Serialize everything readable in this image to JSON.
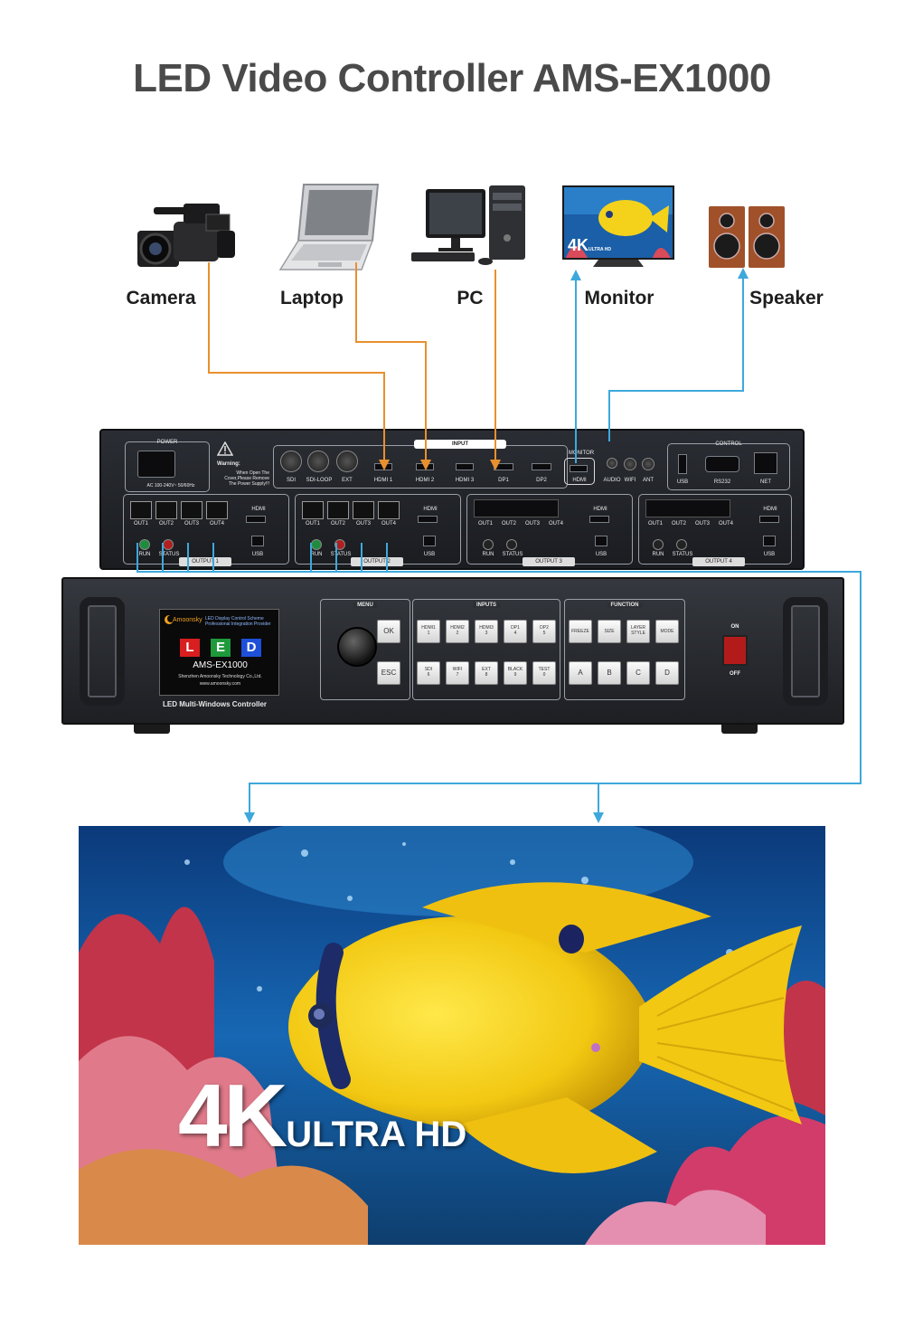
{
  "title": "LED Video Controller AMS-EX1000",
  "colors": {
    "input_wire": "#e8902e",
    "output_wire": "#3ea8dc",
    "panel": "#23262b"
  },
  "devices": [
    {
      "label": "Camera",
      "icon": "camera-icon"
    },
    {
      "label": "Laptop",
      "icon": "laptop-icon"
    },
    {
      "label": "PC",
      "icon": "pc-icon"
    },
    {
      "label": "Monitor",
      "icon": "monitor-icon"
    },
    {
      "label": "Speaker",
      "icon": "speaker-icon"
    }
  ],
  "monitor_badge": {
    "big": "4K",
    "small": "ULTRA HD"
  },
  "rear": {
    "power_title": "POWER",
    "power_rating": "AC 100-240V~ 50/60Hz",
    "warning_title": "Warning:",
    "warning_text": "When Open The Cover,Please Remove The Power Supply!!!",
    "input_title": "INPUT",
    "input_ports": [
      "SDI",
      "SDI-LOOP",
      "EXT",
      "HDMI 1",
      "HDMI 2",
      "HDMI 3",
      "DP1",
      "DP2"
    ],
    "monitor_title": "MONITOR",
    "monitor_ports": [
      "HDMI",
      "AUDIO",
      "WIFI",
      "ANT"
    ],
    "control_title": "CONTROL",
    "control_ports": [
      "USB",
      "RS232",
      "NET"
    ],
    "outputs": [
      {
        "title": "OUTPUT 1",
        "ports": [
          "OUT1",
          "OUT2",
          "OUT3",
          "OUT4"
        ],
        "hdmi": "HDMI",
        "usb": "USB",
        "run": "RUN",
        "status": "STATUS"
      },
      {
        "title": "OUTPUT 2",
        "ports": [
          "OUT1",
          "OUT2",
          "OUT3",
          "OUT4"
        ],
        "hdmi": "HDMI",
        "usb": "USB",
        "run": "RUN",
        "status": "STATUS"
      },
      {
        "title": "OUTPUT 3",
        "ports": [
          "OUT1",
          "OUT2",
          "OUT3",
          "OUT4"
        ],
        "hdmi": "HDMI",
        "usb": "USB",
        "run": "RUN",
        "status": "STATUS"
      },
      {
        "title": "OUTPUT 4",
        "ports": [
          "OUT1",
          "OUT2",
          "OUT3",
          "OUT4"
        ],
        "hdmi": "HDMI",
        "usb": "USB",
        "run": "RUN",
        "status": "STATUS"
      }
    ]
  },
  "front": {
    "brand": "Amoonsky",
    "brand_sub": "LED Display Control Scheme Professional Integration Provider",
    "led_letters": [
      "L",
      "E",
      "D"
    ],
    "led_colors": [
      "#d81e1e",
      "#1e9a3a",
      "#1e4fd8"
    ],
    "model": "AMS-EX1000",
    "company": "Shenzhen Amoonsky Technology Co.,Ltd.",
    "website": "www.amoonsky.com",
    "caption": "LED Multi-Windows Controller",
    "menu_title": "MENU",
    "menu_keys": [
      "OK",
      "ESC"
    ],
    "inputs_title": "INPUTS",
    "input_keys_top": [
      [
        "HDMI1",
        "1"
      ],
      [
        "HDMI2",
        "2"
      ],
      [
        "HDMI3",
        "3"
      ],
      [
        "DP1",
        "4"
      ],
      [
        "DP2",
        "5"
      ]
    ],
    "input_keys_bottom": [
      [
        "SDI",
        "6"
      ],
      [
        "WIFI",
        "7"
      ],
      [
        "EXT",
        "8"
      ],
      [
        "BLACK",
        "9"
      ],
      [
        "TEST",
        "0"
      ]
    ],
    "function_title": "FUNCTION",
    "function_keys_top": [
      "FREEZE",
      "SIZE",
      "LAYER STYLE",
      "MODE"
    ],
    "function_keys_bottom": [
      "A",
      "B",
      "C",
      "D"
    ],
    "switch_on": "ON",
    "switch_off": "OFF"
  },
  "screen": {
    "big": "4K",
    "small": "ULTRA HD"
  }
}
